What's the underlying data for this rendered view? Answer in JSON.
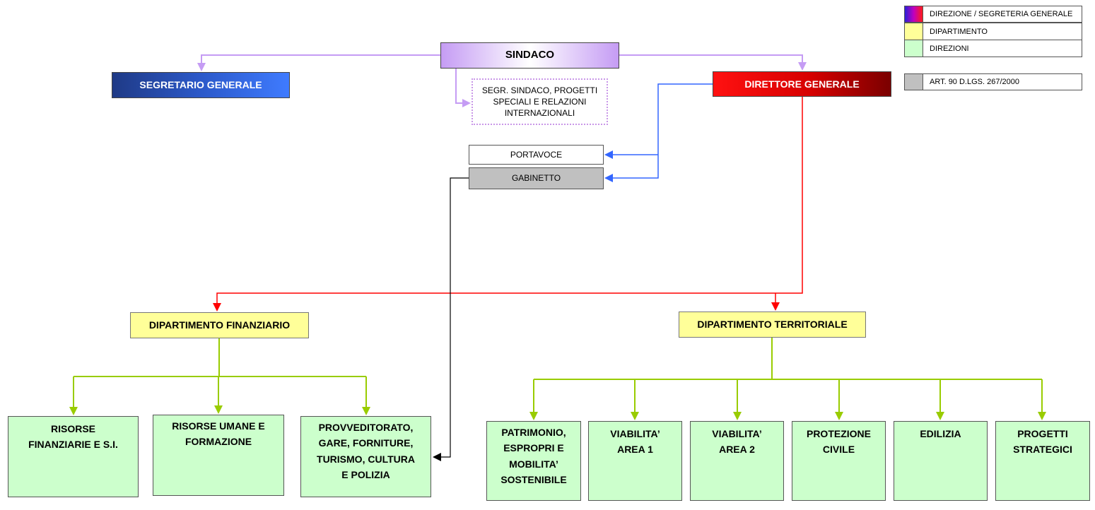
{
  "nodes": {
    "sindaco": "SINDACO",
    "segretario_generale": "SEGRETARIO GENERALE",
    "direttore_generale": "DIRETTORE GENERALE",
    "segr_sindaco_lines": [
      "SEGR. SINDACO, PROGETTI",
      "SPECIALI E RELAZIONI",
      "INTERNAZIONALI"
    ],
    "portavoce": "PORTAVOCE",
    "gabinetto": "GABINETTO",
    "dipartimento_finanziario": "DIPARTIMENTO FINANZIARIO",
    "dipartimento_territoriale": "DIPARTIMENTO TERRITORIALE",
    "direzioni_finanziario": [
      {
        "lines": [
          "RISORSE",
          "FINANZIARIE E S.I."
        ]
      },
      {
        "lines": [
          "RISORSE UMANE E",
          "FORMAZIONE"
        ]
      },
      {
        "lines": [
          "PROVVEDITORATO,",
          "GARE, FORNITURE,",
          "TURISMO, CULTURA",
          "E POLIZIA"
        ]
      }
    ],
    "direzioni_territoriale": [
      {
        "lines": [
          "PATRIMONIO,",
          "ESPROPRI E",
          "MOBILITA’",
          "SOSTENIBILE"
        ]
      },
      {
        "lines": [
          "VIABILITA’",
          "AREA 1"
        ]
      },
      {
        "lines": [
          "VIABILITA’",
          "AREA 2"
        ]
      },
      {
        "lines": [
          "PROTEZIONE",
          "CIVILE"
        ]
      },
      {
        "lines": [
          "EDILIZIA"
        ]
      },
      {
        "lines": [
          "PROGETTI",
          "STRATEGICI"
        ]
      }
    ]
  },
  "legend": [
    {
      "label": "DIREZIONE / SEGRETERIA GENERALE"
    },
    {
      "label": "DIPARTIMENTO"
    },
    {
      "label": "DIREZIONI"
    },
    {
      "label": "ART. 90 D.LGS. 267/2000"
    }
  ],
  "colors": {
    "sindaco_link": "#c59cf4",
    "staff_link": "#3366ff",
    "direttore_link": "#ff0000",
    "direzioni_link": "#99cc00",
    "gabinetto_link": "#000000",
    "dipartimento_fill": "#ffff99",
    "direzioni_fill": "#ccffcc",
    "art90_fill": "#c0c0c0"
  }
}
